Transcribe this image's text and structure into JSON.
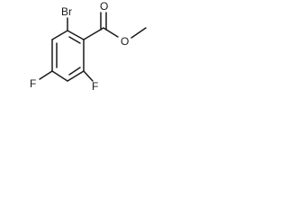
{
  "molecule": {
    "atoms": {
      "bromine": "Br",
      "fluorine_1": "F",
      "fluorine_2": "F",
      "carbonyl_oxygen": "O",
      "ester_oxygen": "O"
    }
  },
  "colors": {
    "bond": "#1a1a1a",
    "background": "#ffffff"
  }
}
